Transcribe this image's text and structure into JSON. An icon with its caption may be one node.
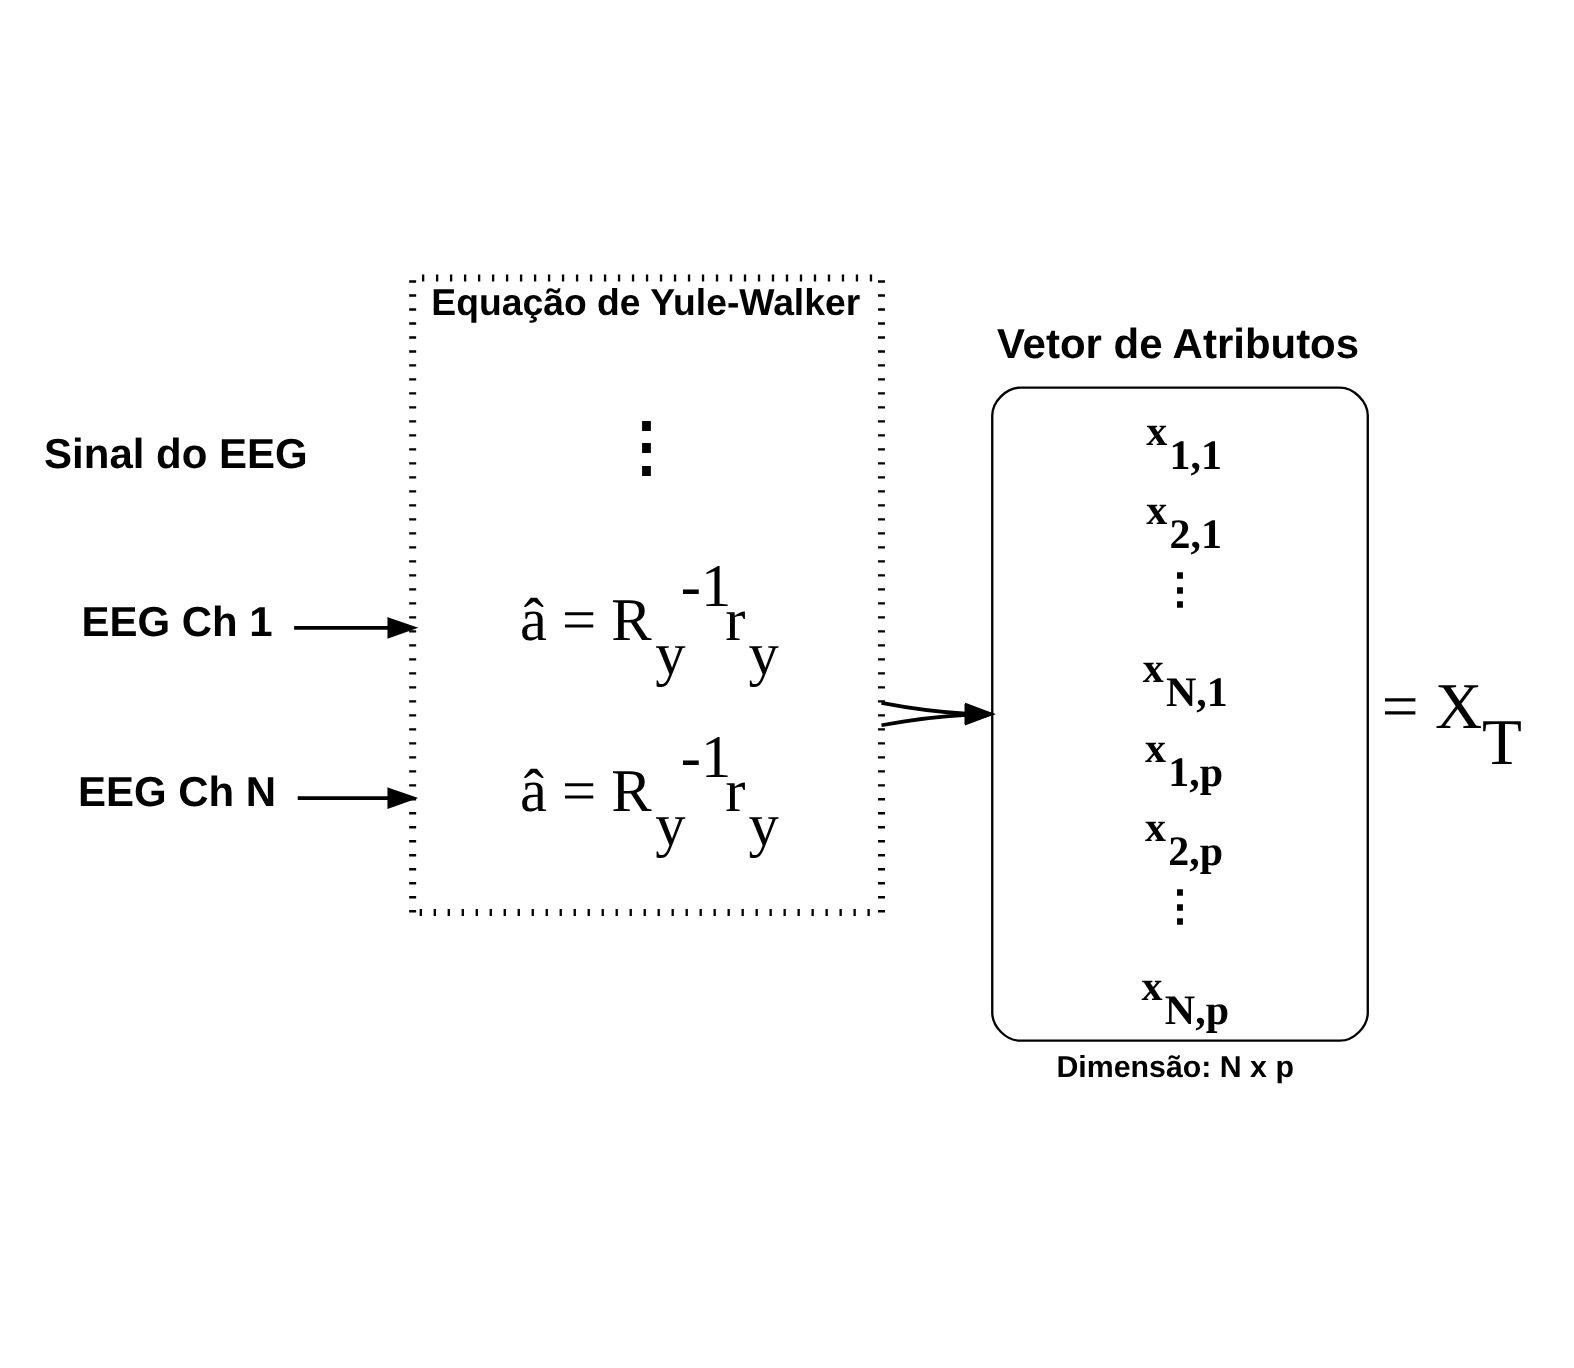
{
  "diagram": {
    "nodes": [
      {
        "text": [
          "EEG Ch 1"
        ]
      },
      {
        "text": [
          "EEG Ch N"
        ]
      },
      {
        "text": [
          "Equação de Yule-Walker"
        ]
      },
      {
        "text": [
          "â = R$_{y}$$^{-1}$r$_{y}$"
        ],
        "in": 2
      },
      {
        "text": [
          "â = R$_{y}$$^{-1}$r$_{y}$"
        ],
        "in": 2
      },
      {
        "text": [
          "Vetor de Atributos",
          "x$_{1,1}$",
          "x$_{2,1}$",
          "⋮",
          "x$_{N,1}$",
          "x$_{1,p}$",
          "x$_{2,p}$",
          "⋮",
          "x$_{N,p}$"
        ],
        "beside": [
          "= X$_{T}$",
          "Dimensão: N x p"
        ]
      }
    ],
    "edges": [
      {
        "from": 0,
        "to": 2,
        "arrow": "to"
      },
      {
        "from": 1,
        "to": 2,
        "arrow": "to"
      },
      {
        "from": 2,
        "to": 5,
        "arrow": "to"
      },
      {
        "from": 2,
        "to": 5,
        "arrow": "to"
      }
    ],
    "labels": [
      "Sinal do EEG",
      "⋮"
    ]
  }
}
